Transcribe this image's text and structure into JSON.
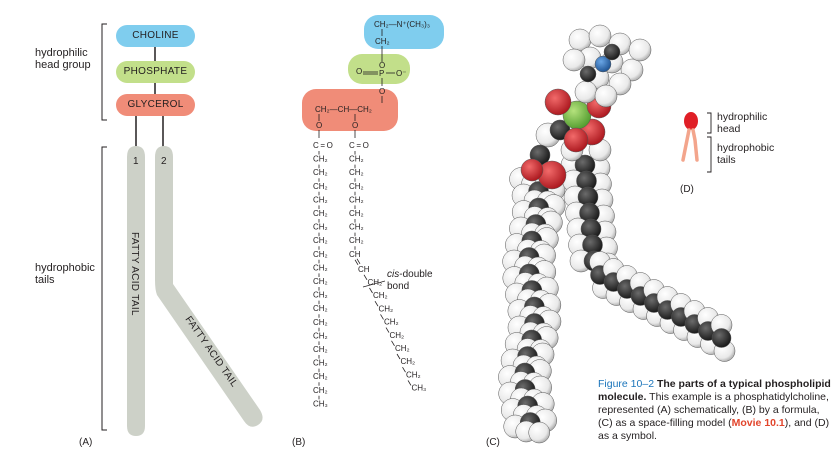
{
  "panelA": {
    "head_group_label_1": "hydrophilic",
    "head_group_label_2": "head group",
    "tails_label_1": "hydrophobic",
    "tails_label_2": "tails",
    "choline": "CHOLINE",
    "phosphate": "PHOSPHATE",
    "glycerol": "GLYCEROL",
    "tail_num_1": "1",
    "tail_num_2": "2",
    "tail_text_1": "FATTY ACID TAIL",
    "tail_text_2": "FATTY ACID TAIL",
    "panel_label": "(A)"
  },
  "panelB": {
    "choline_top": "CH₂—N⁺(CH₃)₃",
    "ch2": "CH₂",
    "ch": "CH",
    "ch3": "CH₃",
    "o": "O",
    "p": "P",
    "o_minus": "O⁻",
    "co": "C = O",
    "glycerol_row": "CH₂—CH—CH₂",
    "cis_label": "cis",
    "double_bond_label": "-double",
    "bond_label": "bond",
    "panel_label": "(B)"
  },
  "panelC": {
    "panel_label": "(C)"
  },
  "panelD": {
    "head_label_1": "hydrophilic",
    "head_label_2": "head",
    "tails_label_1": "hydrophobic",
    "tails_label_2": "tails",
    "panel_label": "(D)"
  },
  "caption": {
    "figure_number": "Figure 10–2",
    "title": "The parts of a typical phospholipid molecule.",
    "text_1": "This example is a phosphatidylcholine, represented (A) schematically, (B) by a formula, (C) as a space-filling model (",
    "movie": "Movie 10.1",
    "text_2": "), and (D) as a symbol."
  },
  "colors": {
    "choline": "#7fcdee",
    "phosphate": "#c2df8a",
    "glycerol": "#f08c78",
    "tail": "#cdd1c8",
    "caption_blue": "#1b75bb",
    "movie_red": "#e2452c",
    "atom_carbon": "#2b2b2b",
    "atom_hydrogen": "#f4f4f4",
    "atom_oxygen": "#d9262e",
    "atom_phosphorus": "#7cc04b",
    "atom_nitrogen": "#2d6fb7",
    "symbol_head": "#e01f26",
    "symbol_tail": "#f3a58c"
  }
}
